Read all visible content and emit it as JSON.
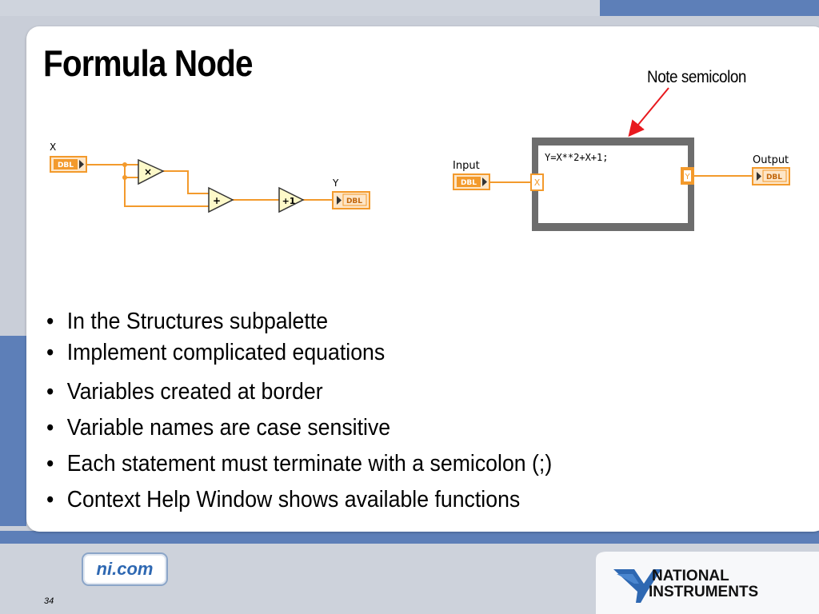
{
  "slide": {
    "title": "Formula Node",
    "page_number": "34"
  },
  "annotation": {
    "note": "Note semicolon"
  },
  "diagram_left": {
    "label_x": "X",
    "label_y": "Y",
    "terminal_type": "DBL",
    "multiply_symbol": "×",
    "add_symbol": "+",
    "increment_symbol": "+1"
  },
  "diagram_right": {
    "label_input": "Input",
    "label_output": "Output",
    "terminal_type": "DBL",
    "formula": "Y=X**2+X+1;",
    "input_var": "X",
    "output_var": "Y"
  },
  "bullets": [
    "In the Structures subpalette",
    "Implement complicated equations",
    "Variables created at border",
    "Variable names are case sensitive",
    "Each statement must terminate with a semicolon (;)",
    "Context Help Window shows available functions"
  ],
  "footer": {
    "badge": "ni.com",
    "logo_line1": "NATIONAL",
    "logo_line2": "INSTRUMENTS"
  },
  "colors": {
    "wire_orange": "#f39a2c",
    "terminal_fill": "#fde6c8",
    "node_fill": "#fdf9c9",
    "frame_gray": "#6d6d6d",
    "slide_blue": "#5d7fb8",
    "ni_blue": "#2e68b2",
    "arrow_red": "#e8191e"
  }
}
